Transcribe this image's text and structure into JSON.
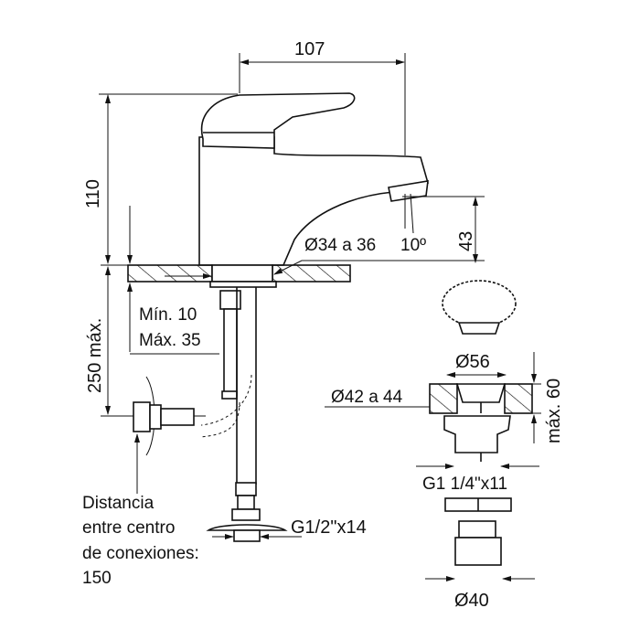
{
  "dimensions": {
    "width_107": "107",
    "height_110": "110",
    "height_43": "43",
    "angle": "10º",
    "hole_diameter": "Ø34 a 36",
    "under_max": "250 máx.",
    "thickness_min": "Mín. 10",
    "thickness_max": "Máx. 35",
    "thread_inlet": "G1/2\"x14",
    "drain_top": "Ø56",
    "drain_hole": "Ø42 a 44",
    "drain_max": "máx. 60",
    "drain_thread": "G1 1/4\"x11",
    "drain_bottom": "Ø40"
  },
  "note": {
    "line1": "Distancia",
    "line2": "entre centro",
    "line3": "de conexiones:",
    "line4": "150"
  },
  "colors": {
    "ink": "#111111",
    "background": "#ffffff"
  }
}
